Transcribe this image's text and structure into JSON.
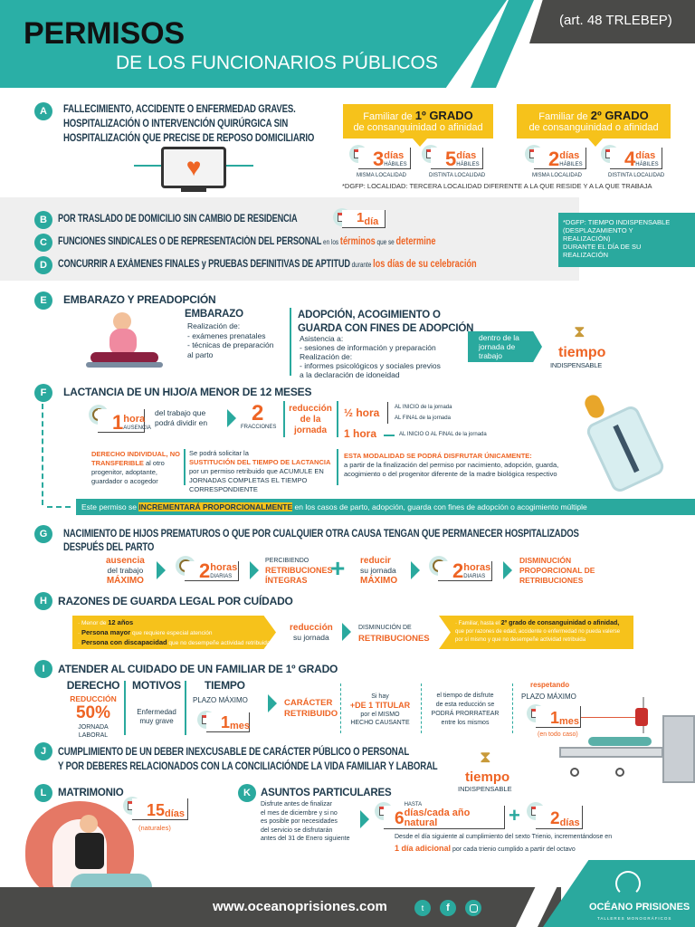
{
  "header": {
    "title": "PERMISOS",
    "subtitle": "DE LOS FUNCIONARIOS PÚBLICOS",
    "article": "(art. 48 TRLEBEP)"
  },
  "colors": {
    "teal": "#2aa99e",
    "orange": "#ee6424",
    "yellow": "#f6c21b",
    "dark": "#4a4a48",
    "navy": "#1e3a4c"
  },
  "A": {
    "letter": "A",
    "title": [
      "FALLECIMIENTO, ACCIDENTE O ENFERMEDAD GRAVES.",
      "HOSPITALIZACIÓN O INTERVENCIÓN QUIRÚRGICA SIN",
      "HOSPITALIZACIÓN QUE PRECISE DE REPOSO DOMICILIARIO"
    ],
    "grade1": {
      "pre": "Familiar de ",
      "grade": "1º GRADO",
      "line2": "de consanguinidad o afinidad",
      "items": [
        {
          "n": "3",
          "u": "días",
          "s": "HÁBILES",
          "label": "MISMA LOCALIDAD"
        },
        {
          "n": "5",
          "u": "días",
          "s": "HÁBILES",
          "label": "DISTINTA LOCALIDAD"
        }
      ]
    },
    "grade2": {
      "pre": "Familiar de ",
      "grade": "2º GRADO",
      "line2": "de consanguinidad o afinidad",
      "items": [
        {
          "n": "2",
          "u": "días",
          "s": "HÁBILES",
          "label": "MISMA LOCALIDAD"
        },
        {
          "n": "4",
          "u": "días",
          "s": "HÁBILES",
          "label": "DISTINTA LOCALIDAD"
        }
      ]
    },
    "note": "*DGFP: LOCALIDAD: TERCERA LOCALIDAD DIFERENTE A LA QUE RESIDE Y A LA QUE TRABAJA"
  },
  "B": {
    "letter": "B",
    "title": "POR TRASLADO DE DOMICILIO SIN CAMBIO DE RESIDENCIA",
    "n": "1",
    "u": "día"
  },
  "C": {
    "letter": "C",
    "title": "FUNCIONES SINDICALES O DE REPRESENTACIÓN DEL PERSONAL",
    "t1": " en los ",
    "t2": "términos",
    "t3": " que se ",
    "t4": "determine"
  },
  "D": {
    "letter": "D",
    "title": "CONCURRIR A EXÁMENES FINALES y PRUEBAS DEFINITIVAS DE APTITUD",
    "t1": " durante ",
    "t2": "los días de su celebración"
  },
  "dgfp_note": [
    "*DGFP: TIEMPO INDISPENSABLE",
    "(DESPLAZAMIENTO Y",
    "REALIZACIÓN)",
    "DURANTE EL DÍA DE SU",
    "REALIZACIÓN"
  ],
  "E": {
    "letter": "E",
    "title": "EMBARAZO Y PREADOPCIÓN",
    "emb_title": "EMBARAZO",
    "emb": [
      "Realización de:",
      "- exámenes prenatales",
      "- técnicas de preparación",
      "al parto"
    ],
    "adop_title": [
      "ADOPCIÓN, ACOGIMIENTO O",
      "GUARDA CON FINES DE ADOPCIÓN"
    ],
    "adop": [
      "Asistencia a:",
      "- sesiones de información y preparación",
      "Realización de:",
      "- informes psicológicos y sociales previos",
      "a la declaración de idoneidad"
    ],
    "within": [
      "dentro de la",
      "jornada de",
      "trabajo"
    ],
    "tiempo": "tiempo",
    "indisp": "INDISPENSABLE"
  },
  "F": {
    "letter": "F",
    "title": "LACTANCIA DE UN HIJO/A MENOR DE 12 MESES",
    "n": "1",
    "u": "hora",
    "s": "AUSENCIA",
    "desc": [
      "del trabajo que",
      "podrá dividir en"
    ],
    "frac_n": "2",
    "frac": "FRACCIONES",
    "red": [
      "reducción",
      "de la",
      "jornada"
    ],
    "half": "½ hora",
    "half_a": "AL INICIO de la jornada",
    "half_b": "AL FINAL de la jornada",
    "one": "1 hora",
    "one_t": "AL INICIO O AL FINAL de la jornada",
    "col1_a": "DERECHO INDIVIDUAL,",
    "col1_b": "NO TRANSFERIBLE",
    "col1_c": " al otro progenitor, adoptante, guardador o acogedor",
    "col2_a": "Se podrá solicitar la",
    "col2_b": "SUSTITUCIÓN DEL TIEMPO DE LACTANCIA",
    "col2_c": "por un permiso retribuido que ACUMULE EN JORNADAS COMPLETAS EL TIEMPO CORRESPONDIENTE",
    "col3_a": "ESTA MODALIDAD SE PODRÁ DISFRUTAR ÚNICAMENTE:",
    "col3_b": "a partir de la finalización del permiso por nacimiento, adopción, guarda, acogimiento o del progenitor diferente de la madre biológica respectivo",
    "bar_a": "Este permiso se ",
    "bar_b": "INCREMENTARÁ PROPORCIONALMENTE",
    "bar_c": " en los casos de parto, adopción, guarda con fines de adopción o acogimiento múltiple"
  },
  "G": {
    "letter": "G",
    "title": [
      "NACIMIENTO DE HIJOS PREMATUROS O QUE POR CUALQUIER OTRA CAUSA TENGAN QUE PERMANECER HOSPITALIZADOS",
      "DESPUÉS DEL PARTO"
    ],
    "l1": "ausencia",
    "l2": "del trabajo",
    "l3": "MÁXIMO",
    "n": "2",
    "u": "horas",
    "s": "DIARIAS",
    "p1": "PERCIBIENDO",
    "p2": "RETRIBUCIONES",
    "p3": "ÍNTEGRAS",
    "r1": "reducir",
    "r2": "su jornada",
    "r3": "MÁXIMO",
    "d": [
      "DISMINUCIÓN",
      "PROPORCIONAL DE",
      "RETRIBUCIONES"
    ]
  },
  "H": {
    "letter": "H",
    "title": "RAZONES DE GUARDA LEGAL POR CUÍDADO",
    "left": [
      {
        "a": "· Menor de ",
        "b": "12 años",
        "c": ""
      },
      {
        "a": "· ",
        "b": "Persona mayor",
        "c": " que requiere especial atención"
      },
      {
        "a": "· ",
        "b": "Persona con discapacidad",
        "c": " que no desempeñe actividad retribuida"
      }
    ],
    "red": "reducción",
    "red2": "su jornada",
    "dis": "DISMINUCIÓN DE",
    "dis2": "RETRIBUCIONES",
    "right_a": "· Familiar, hasta el ",
    "right_b": "2º grado de consanguinidad o afinidad,",
    "right_c": " que por razones de edad, accidente o enfermedad no pueda valerse por sí mismo y que no desempeñe actividad retribuida"
  },
  "I": {
    "letter": "I",
    "title": "ATENDER AL CUIDADO DE UN FAMILIAR DE 1º GRADO",
    "derecho": "DERECHO",
    "reduccion": "REDUCCIÓN",
    "pct": "50%",
    "jornada": [
      "JORNADA",
      "LABORAL"
    ],
    "motivos": "MOTIVOS",
    "motivo": [
      "Enfermedad",
      "muy grave"
    ],
    "tiempo": "TIEMPO",
    "plazo": "PLAZO MÁXIMO",
    "n": "1",
    "u": "mes",
    "car": [
      "CARÁCTER",
      "RETRIBUIDO"
    ],
    "sihay": "Si hay",
    "mas": "+DE 1 TITULAR",
    "mismo": [
      "por el MISMO",
      "HECHO CAUSANTE"
    ],
    "prorr": [
      "el tiempo de disfrute",
      "de esta reducción se",
      "PODRÁ PRORRATEAR",
      "entre los mismos"
    ],
    "resp": "respetando",
    "plazo2": "PLAZO MÁXIMO",
    "n2": "1",
    "u2": "mes",
    "caso": "(en todo caso)"
  },
  "J": {
    "letter": "J",
    "title": [
      "CUMPLIMIENTO DE UN DEBER INEXCUSABLE DE CARÁCTER PÚBLICO O PERSONAL",
      "Y POR DEBERES RELACIONADOS CON LA CONCILIACIÓNDE LA VIDA FAMILIAR Y LABORAL"
    ],
    "tiempo": "tiempo",
    "indisp": "INDISPENSABLE"
  },
  "L": {
    "letter": "L",
    "title": "MATRIMONIO",
    "n": "15",
    "u": "días",
    "note": "(naturales)"
  },
  "K": {
    "letter": "K",
    "title": "ASUNTOS PARTICULARES",
    "desc": [
      "Disfrute antes de finalizar",
      "el mes de diciembre y si no",
      "es posible por necesidades",
      "del servicio se disfrutarán",
      "antes del 31 de Enero siguiente"
    ],
    "hasta": "HASTA",
    "n": "6",
    "u": "días/cada año natural",
    "n2": "2",
    "u2": "días",
    "foot1": "Desde el día siguiente al cumplimiento del sexto Trienio, incrementándose en",
    "foot2": "1 día adicional",
    "foot3": " por cada trienio cumplido a partir del octavo"
  },
  "footer": {
    "url": "www.oceanoprisiones.com",
    "brand": "OCÉANO PRISIONES",
    "tagline": "TALLERES MONOGRÁFICOS",
    "social": [
      "twitter-icon",
      "facebook-icon",
      "instagram-icon"
    ]
  }
}
